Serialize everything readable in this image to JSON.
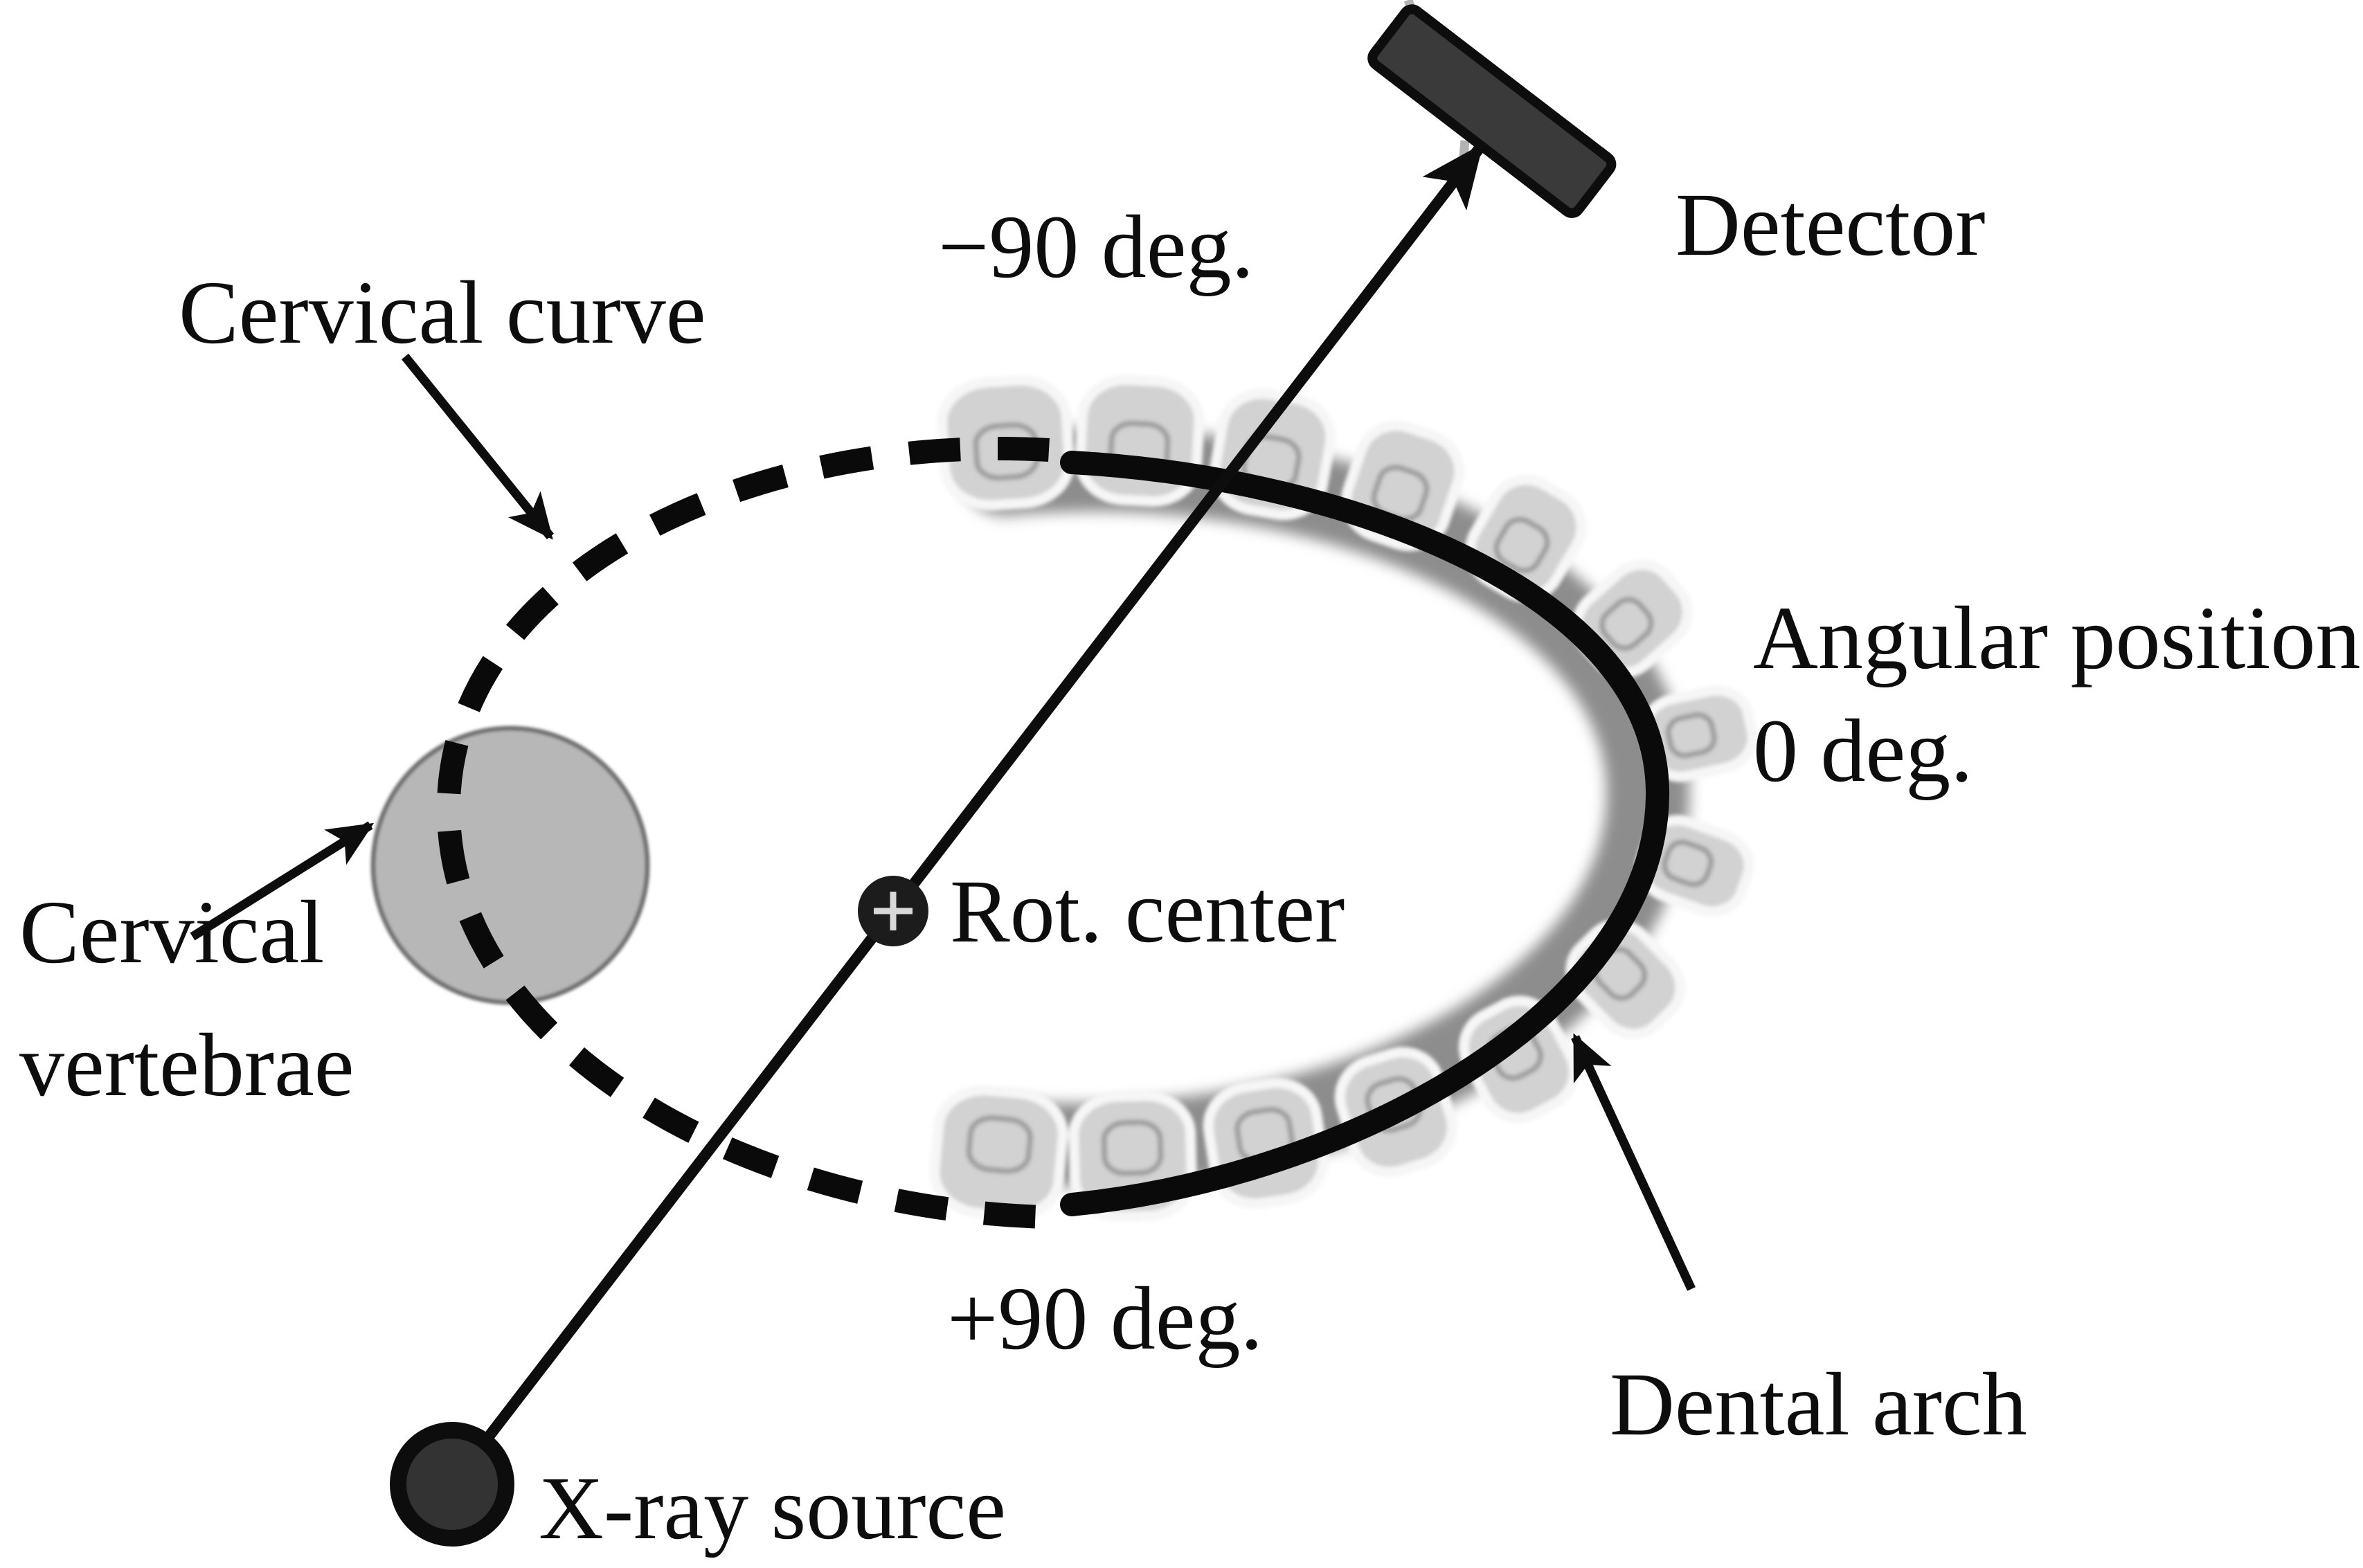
{
  "diagram": {
    "labels": {
      "detector": "Detector",
      "minus90": "−90 deg.",
      "cervical_curve": "Cervical curve",
      "cervical_vertebrae_line1": "Cervical",
      "cervical_vertebrae_line2": "vertebrae",
      "rot_center": "Rot. center",
      "angular_position_line1": "Angular position",
      "angular_position_line2": "0 deg.",
      "plus90": "+90 deg.",
      "dental_arch": "Dental arch",
      "xray_source": "X-ray source"
    },
    "colors": {
      "background": "#ffffff",
      "ink": "#0d0d0d",
      "detector_fill": "#3a3a3a",
      "arch_band": "#a7a7a7",
      "arch_band_halo": "#cdcdcd",
      "arch_band_inner": "#8d8d8d",
      "tooth_fill": "#d2d2d2",
      "tooth_outline": "#f6f6f6",
      "tooth_detail": "#9e9e9e",
      "vertebrae_fill": "#b7b7b7",
      "vertebrae_edge": "#6f6f6f",
      "source_fill": "#333333",
      "faint_line": "#b3b3b3"
    }
  }
}
